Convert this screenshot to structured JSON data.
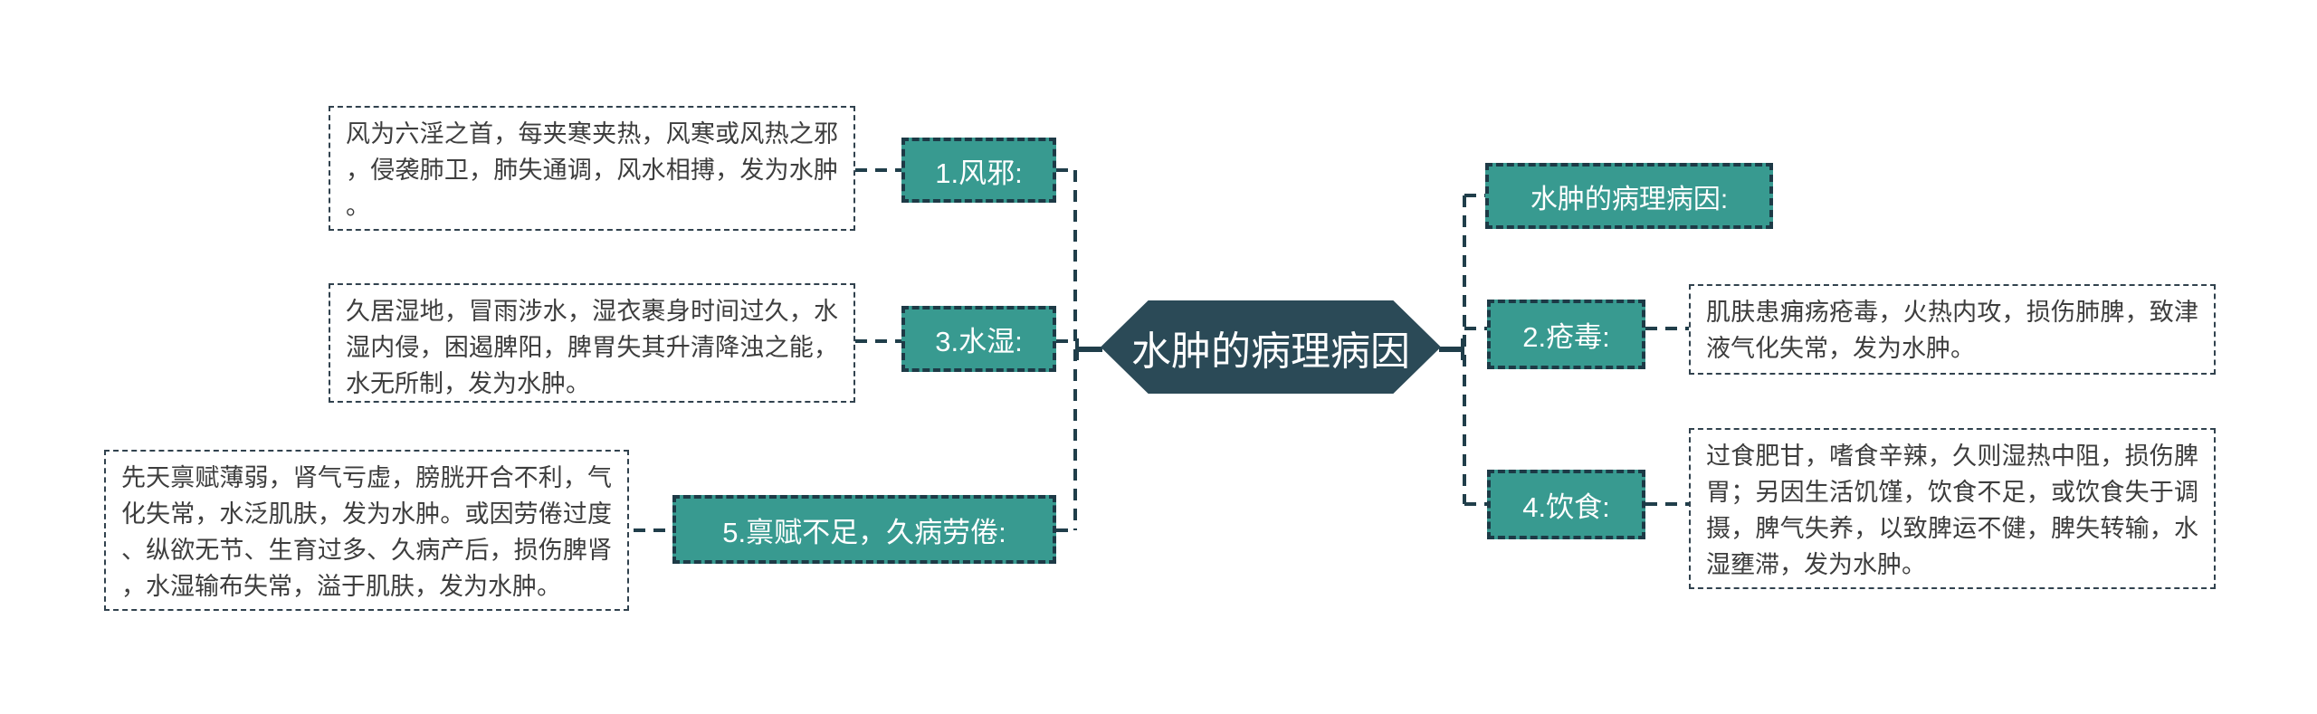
{
  "mindmap": {
    "central_topic": "水肿的病理病因",
    "right_header": {
      "label": "水肿的病理病因:"
    },
    "branches": [
      {
        "id": "wind-evil",
        "side": "left",
        "label": "1.风邪:",
        "note": "风为六淫之首，每夹寒夹热，风寒或风热之邪，侵袭肺卫，肺失通调，风水相搏，发为水肿。"
      },
      {
        "id": "sore-toxin",
        "side": "right",
        "label": "2.疮毒:",
        "note": "肌肤患痈疡疮毒，火热内攻，损伤肺脾，致津液气化失常，发为水肿。"
      },
      {
        "id": "water-damp",
        "side": "left",
        "label": "3.水湿:",
        "note": "久居湿地，冒雨涉水，湿衣裹身时间过久，水湿内侵，困遏脾阳，脾胃失其升清降浊之能，水无所制，发为水肿。"
      },
      {
        "id": "diet",
        "side": "right",
        "label": "4.饮食:",
        "note": "过食肥甘，嗜食辛辣，久则湿热中阻，损伤脾胃；另因生活饥馑，饮食不足，或饮食失于调摄，脾气失养，以致脾运不健，脾失转输，水湿壅滞，发为水肿。"
      },
      {
        "id": "endowment-deficiency",
        "side": "left",
        "label": "5.禀赋不足，久病劳倦:",
        "note": "先天禀赋薄弱，肾气亏虚，膀胱开合不利，气化失常，水泛肌肤，发为水肿。或因劳倦过度、纵欲无节、生育过多、久病产后，损伤脾肾，水湿输布失常，溢于肌肤，发为水肿。"
      }
    ],
    "colors": {
      "background": "#ffffff",
      "topic_fill": "#389a90",
      "topic_text": "#ffffff",
      "central_fill": "#2b4a57",
      "central_text": "#ffffff",
      "connector_line": "#203e4a",
      "node_border": "#1d3a46",
      "note_border": "#31424e",
      "note_text": "#3d3d3d"
    }
  }
}
